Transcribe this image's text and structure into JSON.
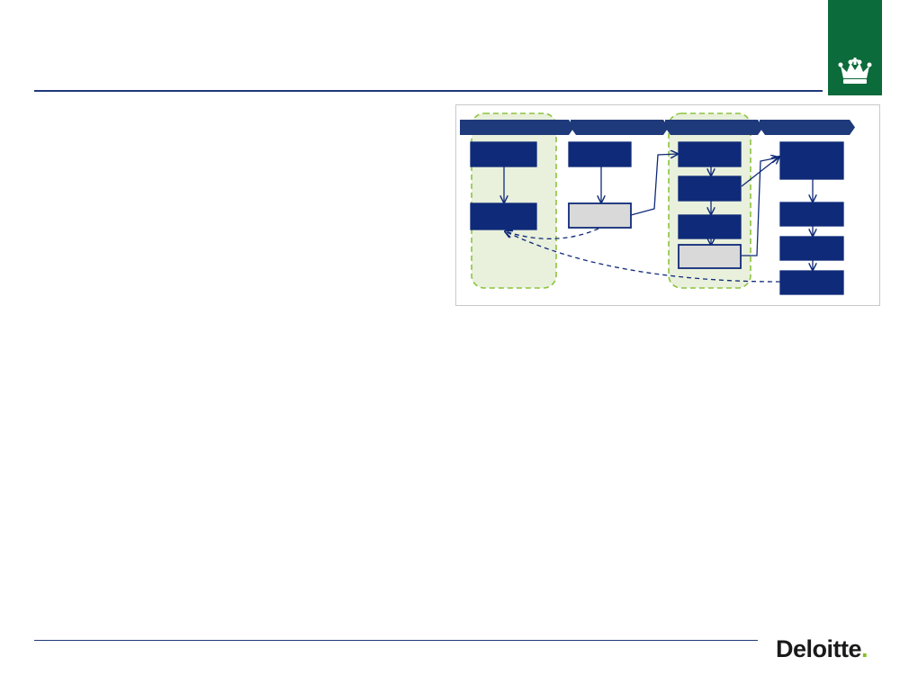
{
  "branding": {
    "logo_text": "Deloitte",
    "logo_dot": ".",
    "logo_dot_color": "#86bc25",
    "crown_badge_color": "#0b6b3a",
    "rule_color": "#1f3a7a"
  },
  "diagram": {
    "colors": {
      "phase_bar": "#1f3a7a",
      "step_box": "#0f2a78",
      "pending_box": "#d9d9d9",
      "highlight_fill": "#e9f0dc",
      "highlight_border": "#8cc43f",
      "arrow": "#0f2a78"
    },
    "phases": [
      "",
      "",
      "",
      ""
    ],
    "highlighted_phases": [
      1,
      3
    ],
    "steps": [
      {
        "id": "p1-a",
        "phase": 1,
        "style": "filled",
        "label": ""
      },
      {
        "id": "p1-b",
        "phase": 1,
        "style": "filled",
        "label": ""
      },
      {
        "id": "p2-a",
        "phase": 2,
        "style": "filled",
        "label": ""
      },
      {
        "id": "p2-b",
        "phase": 2,
        "style": "pending",
        "label": ""
      },
      {
        "id": "p3-a",
        "phase": 3,
        "style": "filled",
        "label": ""
      },
      {
        "id": "p3-b",
        "phase": 3,
        "style": "filled",
        "label": ""
      },
      {
        "id": "p3-c",
        "phase": 3,
        "style": "filled",
        "label": ""
      },
      {
        "id": "p3-d",
        "phase": 3,
        "style": "pending",
        "label": ""
      },
      {
        "id": "p4-a",
        "phase": 4,
        "style": "filled",
        "label": ""
      },
      {
        "id": "p4-b",
        "phase": 4,
        "style": "filled",
        "label": ""
      },
      {
        "id": "p4-c",
        "phase": 4,
        "style": "filled",
        "label": ""
      },
      {
        "id": "p4-d",
        "phase": 4,
        "style": "filled",
        "label": ""
      }
    ],
    "flows": [
      {
        "from": "p1-a",
        "to": "p1-b",
        "type": "solid"
      },
      {
        "from": "p2-a",
        "to": "p2-b",
        "type": "solid"
      },
      {
        "from": "p2-b",
        "to": "p3-a",
        "type": "solid"
      },
      {
        "from": "p3-a",
        "to": "p3-b",
        "type": "solid"
      },
      {
        "from": "p3-b",
        "to": "p3-c",
        "type": "solid"
      },
      {
        "from": "p3-c",
        "to": "p3-d",
        "type": "solid"
      },
      {
        "from": "p3-b",
        "to": "p4-a",
        "type": "solid"
      },
      {
        "from": "p3-d",
        "to": "p4-a",
        "type": "solid"
      },
      {
        "from": "p4-a",
        "to": "p4-b",
        "type": "solid"
      },
      {
        "from": "p4-b",
        "to": "p4-c",
        "type": "solid"
      },
      {
        "from": "p4-c",
        "to": "p4-d",
        "type": "solid"
      },
      {
        "from": "p2-b",
        "to": "p1-b",
        "type": "dashed"
      },
      {
        "from": "p4-d",
        "to": "p1-b",
        "type": "dashed"
      }
    ]
  }
}
